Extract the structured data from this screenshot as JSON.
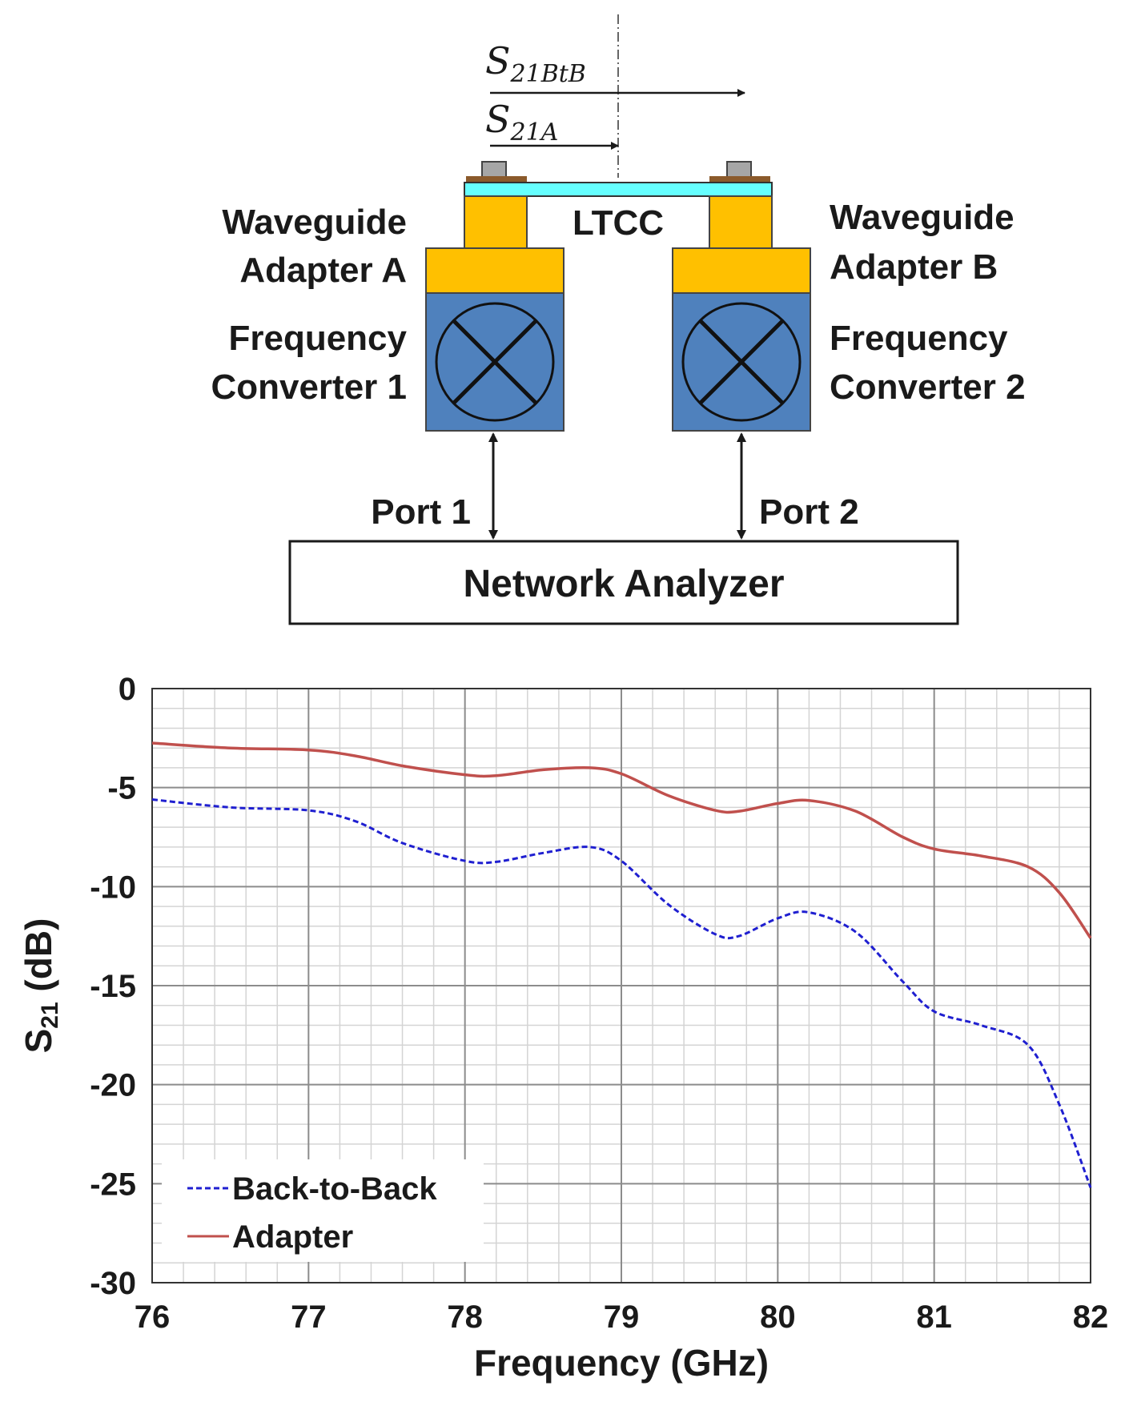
{
  "diagram": {
    "s21_btb": {
      "main": "S",
      "sub": "21BtB"
    },
    "s21_a": {
      "main": "S",
      "sub": "21A"
    },
    "ltcc_label": "LTCC",
    "adapter_a": [
      "Waveguide",
      "Adapter A"
    ],
    "adapter_b": [
      "Waveguide",
      "Adapter B"
    ],
    "converter_1": [
      "Frequency",
      "Converter 1"
    ],
    "converter_2": [
      "Frequency",
      "Converter 2"
    ],
    "port_1": "Port 1",
    "port_2": "Port 2",
    "network_analyzer": "Network Analyzer",
    "colors": {
      "adapter": "#ffc000",
      "converter": "#4f81bd",
      "ltcc": "#66ffff",
      "pad": "#8b5a2b",
      "connector": "#a6a6a6"
    }
  },
  "chart_data": {
    "type": "line",
    "xlabel": "Frequency (GHz)",
    "ylabel": {
      "main": "S",
      "sub": "21",
      "rest": " (dB)"
    },
    "xlim": [
      76,
      82
    ],
    "ylim": [
      -30,
      0
    ],
    "x_ticks": [
      76,
      77,
      78,
      79,
      80,
      81,
      82
    ],
    "y_ticks": [
      0,
      -5,
      -10,
      -15,
      -20,
      -25,
      -30
    ],
    "grid": {
      "major": true,
      "minor": true,
      "minor_x_step": 0.2,
      "minor_y_step": 1
    },
    "legend_position": "bottom-left",
    "series": [
      {
        "name": "Back-to-Back",
        "color": "#1f1fd0",
        "dash": "dashed",
        "x": [
          76,
          76.5,
          77,
          77.3,
          77.6,
          78,
          78.2,
          78.5,
          78.8,
          79,
          79.3,
          79.6,
          79.75,
          80,
          80.2,
          80.5,
          80.8,
          81,
          81.3,
          81.6,
          81.8,
          82
        ],
        "y": [
          -5.6,
          -6.0,
          -6.15,
          -6.7,
          -7.8,
          -8.7,
          -8.75,
          -8.3,
          -8.0,
          -8.7,
          -10.9,
          -12.4,
          -12.5,
          -11.6,
          -11.3,
          -12.3,
          -14.8,
          -16.3,
          -17.0,
          -18.0,
          -21.0,
          -25.2
        ]
      },
      {
        "name": "Adapter",
        "color": "#c0504d",
        "dash": "solid",
        "x": [
          76,
          76.5,
          77,
          77.3,
          77.6,
          78,
          78.2,
          78.5,
          78.8,
          79,
          79.3,
          79.6,
          79.75,
          80,
          80.2,
          80.5,
          80.8,
          81,
          81.3,
          81.6,
          81.8,
          82
        ],
        "y": [
          -2.75,
          -3.0,
          -3.1,
          -3.4,
          -3.9,
          -4.35,
          -4.4,
          -4.1,
          -4.0,
          -4.3,
          -5.4,
          -6.15,
          -6.2,
          -5.8,
          -5.65,
          -6.2,
          -7.5,
          -8.1,
          -8.45,
          -9.0,
          -10.3,
          -12.6
        ]
      }
    ]
  }
}
